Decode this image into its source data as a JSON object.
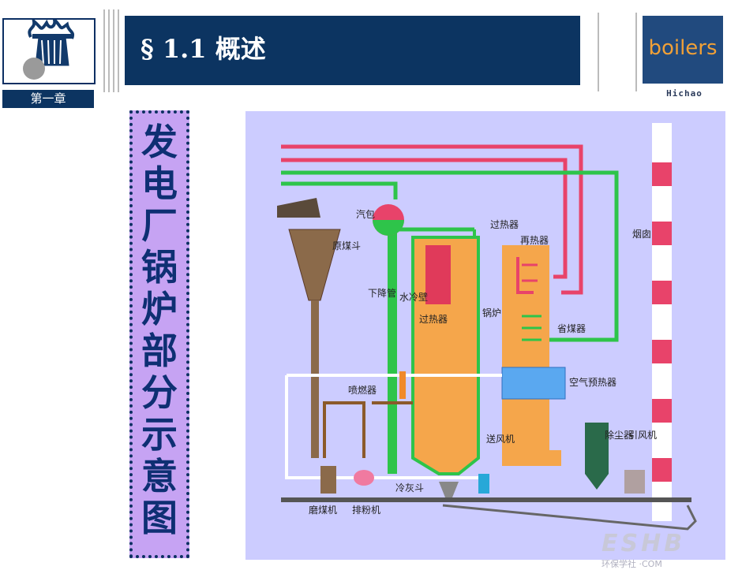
{
  "header": {
    "chapter_label": "第一章",
    "title": "§ 1.1 概述",
    "brand_logo_text": "boilers",
    "brand_sub_text": "Hichao"
  },
  "side_title": {
    "chars": [
      "发",
      "电",
      "厂",
      "锅",
      "炉",
      "部",
      "分",
      "示",
      "意",
      "图"
    ]
  },
  "diagram": {
    "labels": {
      "drum": "汽包",
      "coal_hopper": "原煤斗",
      "downcomer": "下降管",
      "water_wall": "水冷壁",
      "superheater_furnace": "过热器",
      "superheater_top": "过热器",
      "reheater": "再热器",
      "boiler": "锅炉",
      "economizer": "省煤器",
      "chimney": "烟囱",
      "air_preheater": "空气预热器",
      "burner": "喷燃器",
      "forced_fan": "送风机",
      "dust_collector": "除尘器",
      "induced_fan": "引风机",
      "ash_hopper": "冷灰斗",
      "coal_mill": "磨煤机",
      "powder_fan": "排粉机"
    }
  },
  "watermark": {
    "text": "ESHB",
    "sub": "环保学社 ·COM"
  },
  "colors": {
    "navy": "#0c3461",
    "side_bg": "#c6a3f3",
    "diagram_bg": "#ccccff",
    "pipe_red": "#e8436a",
    "pipe_green": "#2ec44a",
    "furnace_orange": "#f5a64b"
  }
}
